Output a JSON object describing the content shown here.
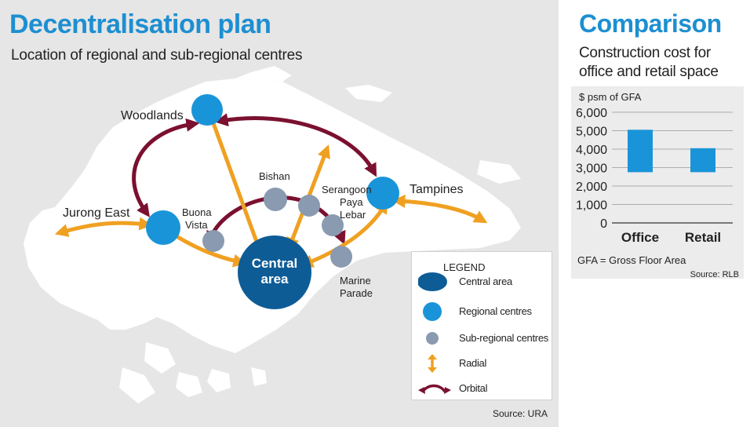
{
  "map": {
    "title": "Decentralisation plan",
    "subtitle": "Location of regional and sub-regional centres",
    "central": {
      "line1": "Central",
      "line2": "area"
    },
    "places": {
      "woodlands": "Woodlands",
      "jurong_east": "Jurong East",
      "buona": "Buona",
      "vista": "Vista",
      "bishan": "Bishan",
      "serangoon": "Serangoon",
      "paya": "Paya",
      "lebar": "Lebar",
      "tampines": "Tampines",
      "marine": "Marine",
      "parade": "Parade"
    },
    "source": "Source: URA"
  },
  "legend": {
    "title": "LEGEND",
    "items": [
      "Central area",
      "Regional centres",
      "Sub-regional centres",
      "Radial",
      "Orbital"
    ]
  },
  "colors": {
    "central": "#0e5c96",
    "regional": "#1a94d8",
    "subregional": "#8a9ab0",
    "radial": "#f0a021",
    "orbital": "#7b1030",
    "accent": "#1d8fd1"
  },
  "comparison": {
    "title": "Comparison",
    "subtitle_line1": "Construction cost for",
    "subtitle_line2": "office and retail space",
    "note": "GFA = Gross Floor Area",
    "source": "Source: RLB"
  },
  "chart_data": {
    "type": "bar",
    "ylabel": "$ psm of GFA",
    "categories": [
      "Office",
      "Retail"
    ],
    "ranges": [
      [
        2750,
        5050
      ],
      [
        2750,
        4050
      ]
    ],
    "ylim": [
      0,
      6000
    ],
    "yticks": [
      "6,000",
      "5,000",
      "4,000",
      "3,000",
      "2,000",
      "1,000",
      "0"
    ],
    "grid": true
  }
}
